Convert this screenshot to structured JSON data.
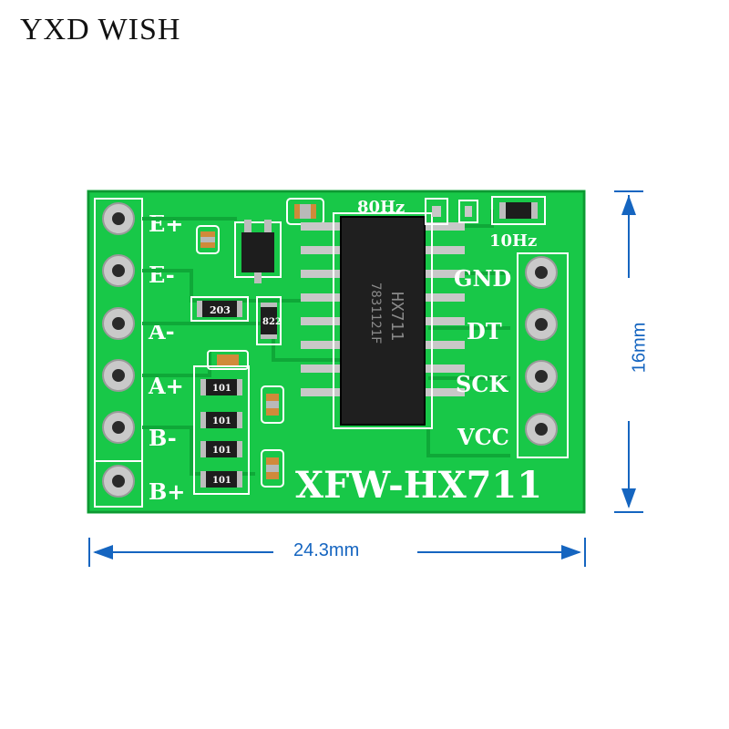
{
  "brand": "YXD WISH",
  "board": {
    "title": "XFW-HX711",
    "chip_line1": "HX711",
    "chip_line2": "7831121F",
    "left_pins": [
      "E+",
      "E-",
      "A-",
      "A+",
      "B-",
      "B+"
    ],
    "right_pins": [
      "GND",
      "DT",
      "SCK",
      "VCC"
    ],
    "rate_80": "80Hz",
    "rate_10": "10Hz",
    "resistor_203": "203",
    "resistor_822": "822",
    "resistors_101": [
      "101",
      "101",
      "101",
      "101"
    ]
  },
  "dimensions": {
    "width": "24.3mm",
    "height": "16mm"
  },
  "colors": {
    "pcb": "#18c848",
    "pcb_dark": "#0fa838",
    "dimension": "#1565c0"
  }
}
